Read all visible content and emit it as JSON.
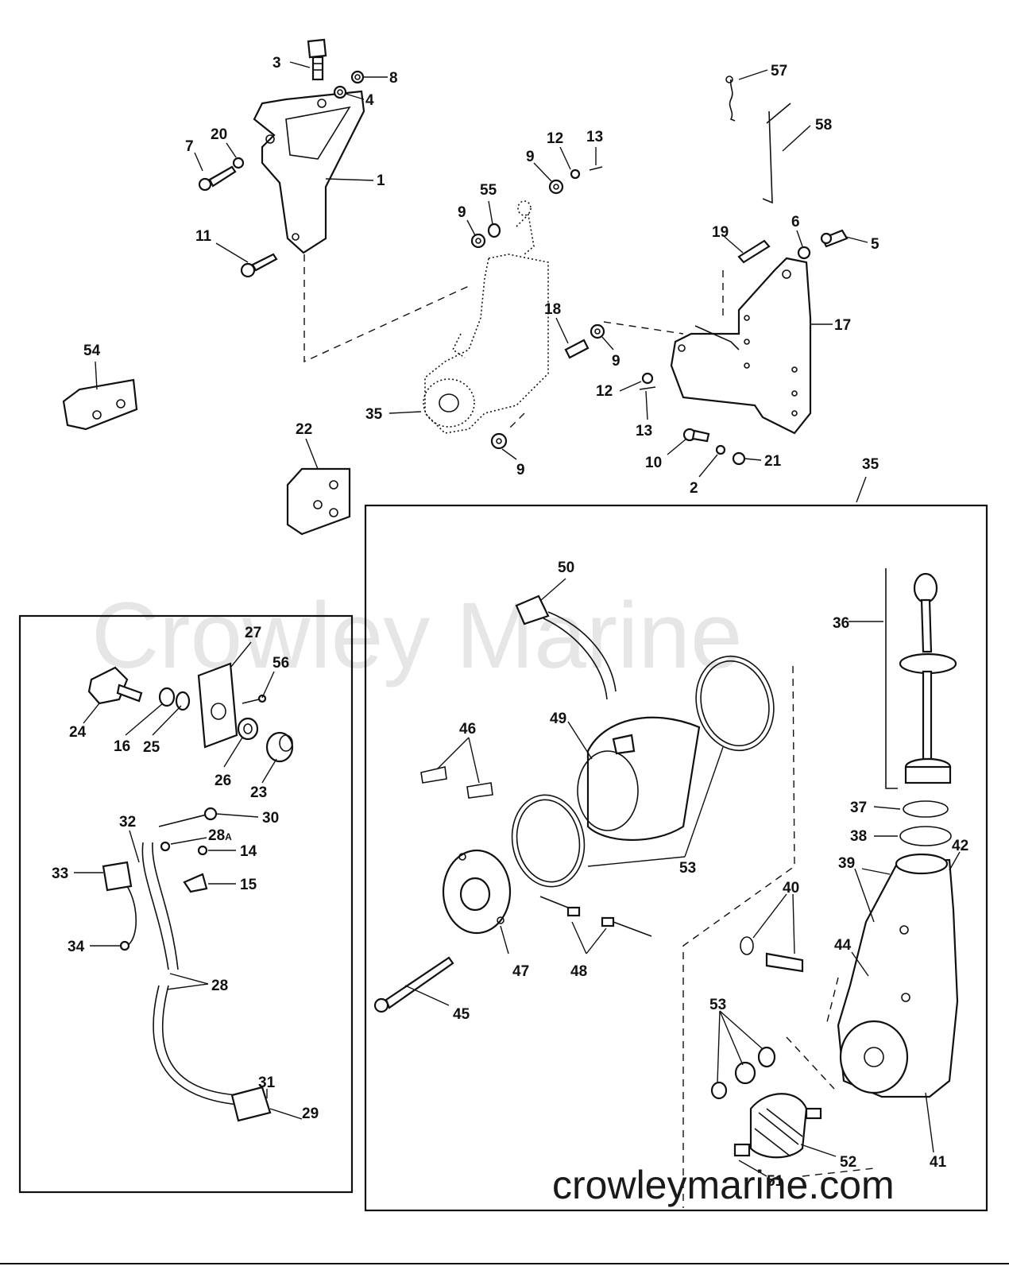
{
  "watermark": {
    "overlay": "Crowley Marine",
    "footer": "crowleymarine.com"
  },
  "callouts": {
    "c1": "1",
    "c2": "2",
    "c3": "3",
    "c4": "4",
    "c5": "5",
    "c6": "6",
    "c7": "7",
    "c8": "8",
    "c9a": "9",
    "c9b": "9",
    "c9c": "9",
    "c9d": "9",
    "c10": "10",
    "c11": "11",
    "c12a": "12",
    "c12b": "12",
    "c13a": "13",
    "c13b": "13",
    "c14": "14",
    "c15": "15",
    "c16": "16",
    "c17": "17",
    "c18": "18",
    "c19": "19",
    "c20": "20",
    "c21": "21",
    "c22": "22",
    "c23": "23",
    "c24": "24",
    "c25": "25",
    "c26": "26",
    "c27": "27",
    "c28": "28",
    "c28a": "28",
    "c28a_suffix": "A",
    "c29": "29",
    "c30": "30",
    "c31": "31",
    "c32": "32",
    "c33": "33",
    "c34": "34",
    "c35a": "35",
    "c35b": "35",
    "c36": "36",
    "c37": "37",
    "c38": "38",
    "c39": "39",
    "c40": "40",
    "c41": "41",
    "c42": "42",
    "c44": "44",
    "c45": "45",
    "c46": "46",
    "c47": "47",
    "c48": "48",
    "c49": "49",
    "c50": "50",
    "c51": "51",
    "c52": "52",
    "c53a": "53",
    "c53b": "53",
    "c54": "54",
    "c55": "55",
    "c56": "56",
    "c57": "57",
    "c58": "58"
  }
}
